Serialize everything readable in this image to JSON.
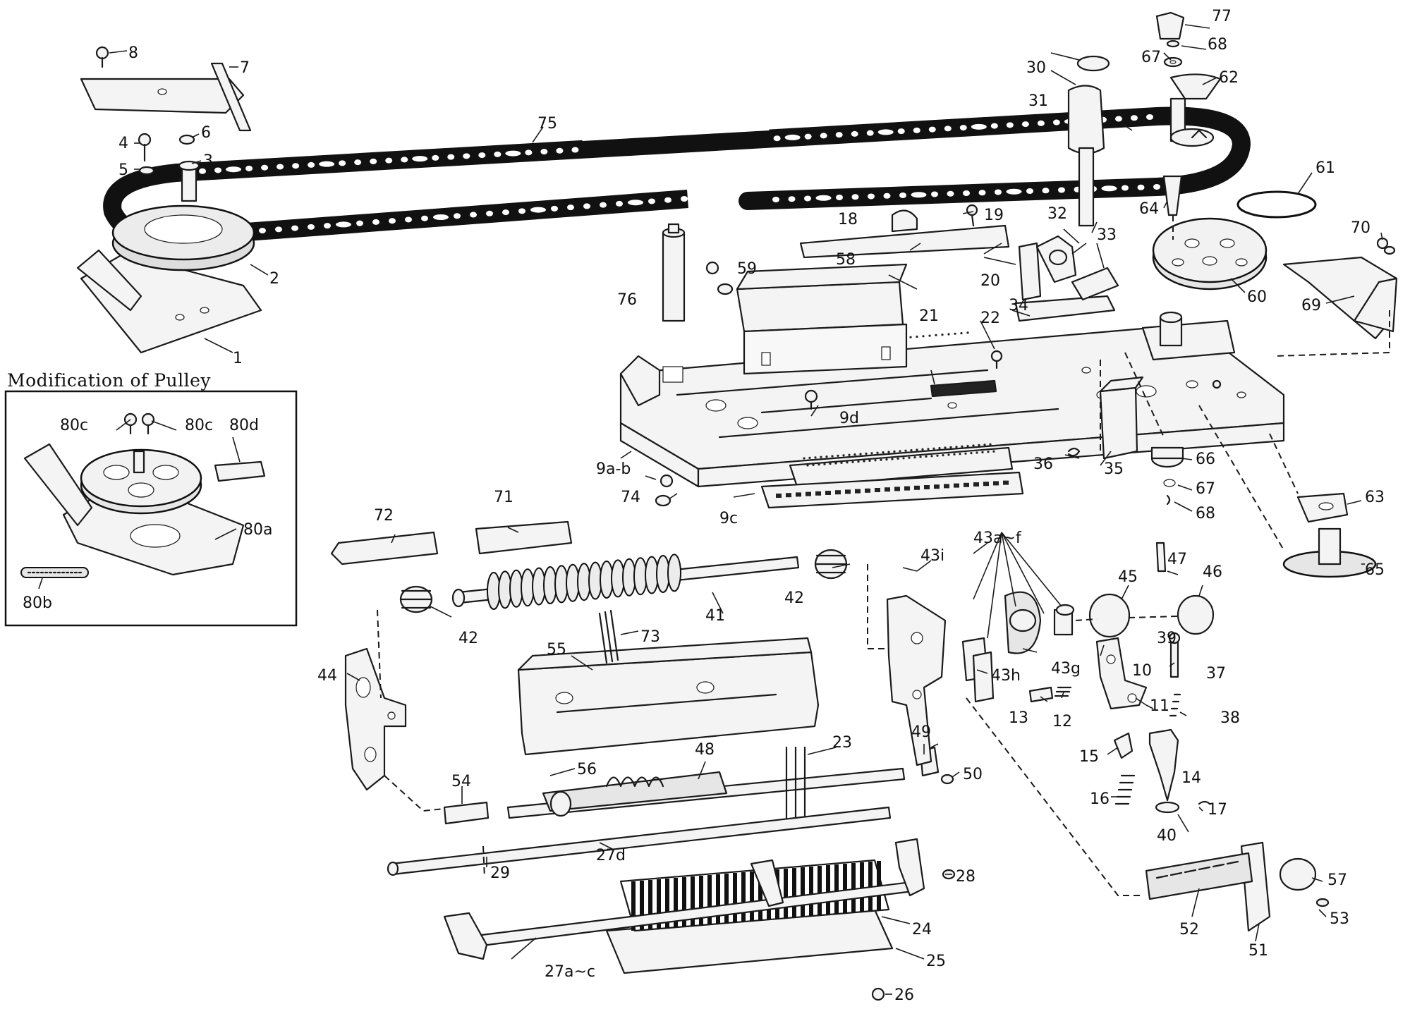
{
  "inset": {
    "title": "Modification of Pulley"
  },
  "parts": {
    "p1": "1",
    "p2": "2",
    "p3": "3",
    "p4": "4",
    "p5": "5",
    "p6": "6",
    "p7": "7",
    "p8": "8",
    "p9ab": "9a-b",
    "p9c": "9c",
    "p9d": "9d",
    "p10": "10",
    "p11": "11",
    "p12": "12",
    "p13": "13",
    "p14": "14",
    "p15": "15",
    "p16": "16",
    "p17": "17",
    "p18": "18",
    "p19": "19",
    "p20": "20",
    "p21": "21",
    "p22": "22",
    "p23": "23",
    "p24": "24",
    "p25": "25",
    "p26": "26",
    "p27ac": "27a~c",
    "p27d": "27d",
    "p28": "28",
    "p29": "29",
    "p30": "30",
    "p31": "31",
    "p32": "32",
    "p33": "33",
    "p34": "34",
    "p35": "35",
    "p36": "36",
    "p37": "37",
    "p38": "38",
    "p39": "39",
    "p40": "40",
    "p41": "41",
    "p42a": "42",
    "p42b": "42",
    "p43af": "43a~f",
    "p43g": "43g",
    "p43h": "43h",
    "p43i": "43i",
    "p44": "44",
    "p45": "45",
    "p46": "46",
    "p47": "47",
    "p48": "48",
    "p49": "49",
    "p50": "50",
    "p51": "51",
    "p52": "52",
    "p53": "53",
    "p54": "54",
    "p55": "55",
    "p56": "56",
    "p57": "57",
    "p58": "58",
    "p59": "59",
    "p60": "60",
    "p61": "61",
    "p62": "62",
    "p63": "63",
    "p64": "64",
    "p65": "65",
    "p66": "66",
    "p67a": "67",
    "p67b": "67",
    "p68a": "68",
    "p68b": "68",
    "p69": "69",
    "p70": "70",
    "p71": "71",
    "p72": "72",
    "p73": "73",
    "p74": "74",
    "p75": "75",
    "p76": "76",
    "p77": "77",
    "p80a": "80a",
    "p80b": "80b",
    "p80c1": "80c",
    "p80c2": "80c",
    "p80d": "80d"
  }
}
